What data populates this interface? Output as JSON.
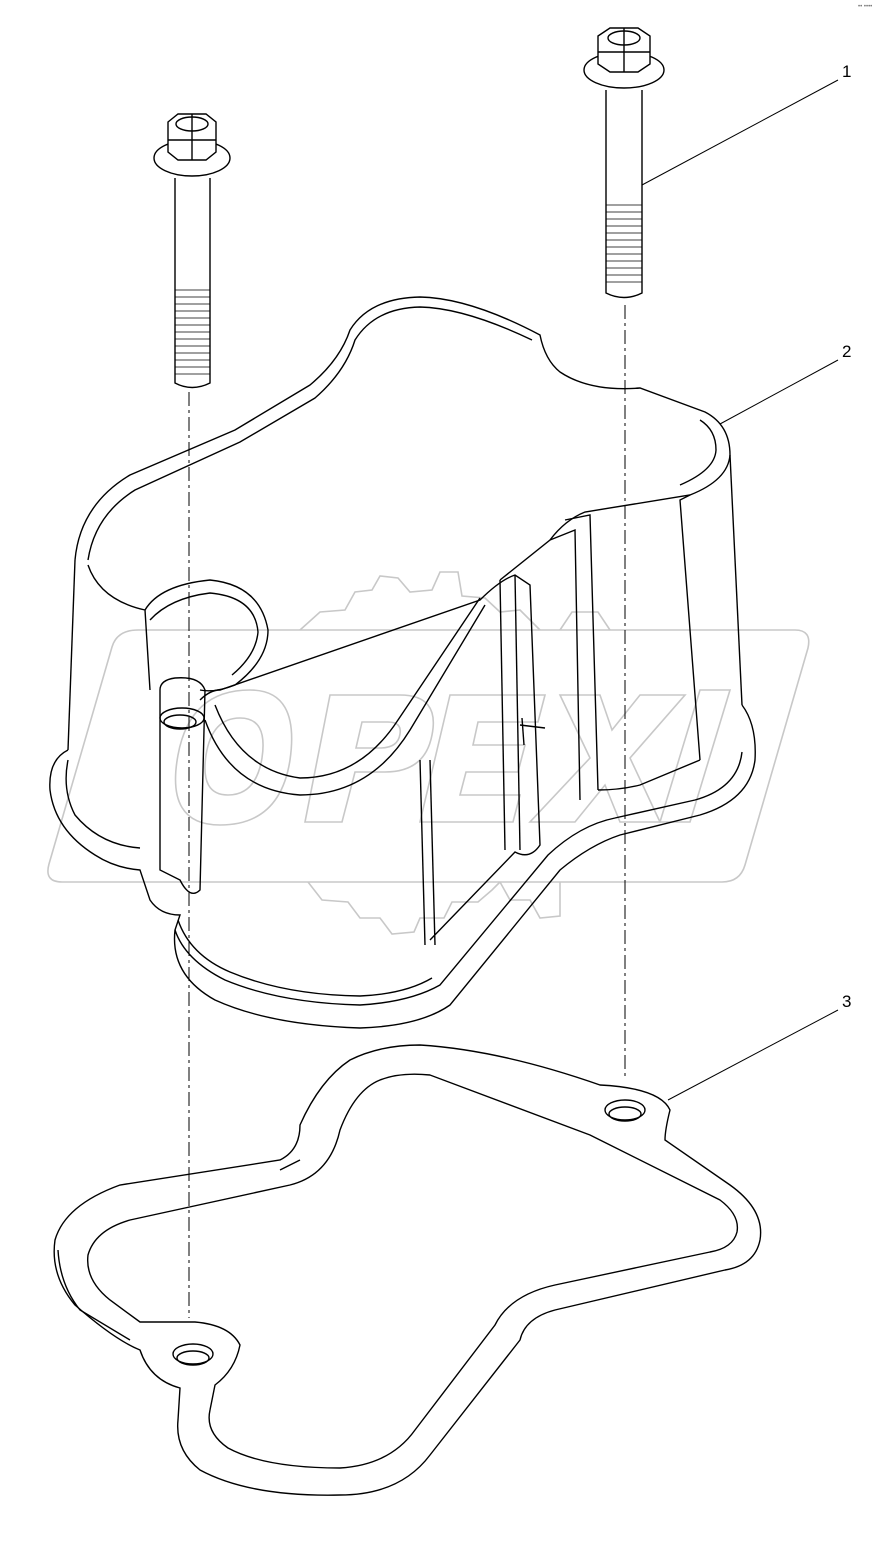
{
  "callouts": [
    {
      "id": "1",
      "label": "1",
      "part": "bolt"
    },
    {
      "id": "2",
      "label": "2",
      "part": "valve-cover"
    },
    {
      "id": "3",
      "label": "3",
      "part": "gasket"
    }
  ],
  "watermark": {
    "text": "OPEX",
    "color": "#c8c8c8"
  },
  "corner_mark": "•• ••••",
  "colors": {
    "line": "#000000",
    "background": "#ffffff",
    "watermark": "#c8c8c8"
  }
}
